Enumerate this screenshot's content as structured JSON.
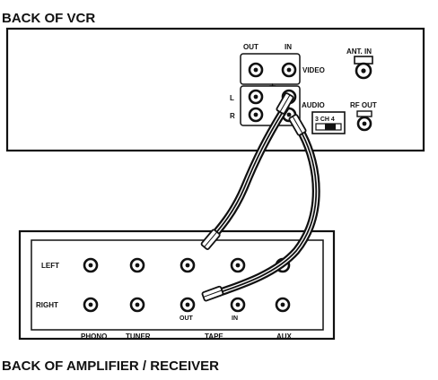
{
  "titles": {
    "vcr": "BACK OF VCR",
    "amp": "BACK OF AMPLIFIER / RECEIVER"
  },
  "vcr": {
    "out_label": "OUT",
    "in_label": "IN",
    "video_label": "VIDEO",
    "ant_in_label": "ANT. IN",
    "audio_label": "AUDIO",
    "rf_out_label": "RF OUT",
    "ch_switch_label": "3 CH 4",
    "left_label": "L",
    "right_label": "R",
    "marker": "★"
  },
  "amp": {
    "left_label": "LEFT",
    "right_label": "RIGHT",
    "out_label": "OUT",
    "in_label": "IN",
    "column_labels": [
      "PHONO",
      "TUNER",
      "TAPE",
      "AUX"
    ]
  },
  "icons": [
    "rca-jack-icon",
    "coax-jack-icon",
    "rca-plug-icon",
    "slide-switch-icon"
  ]
}
